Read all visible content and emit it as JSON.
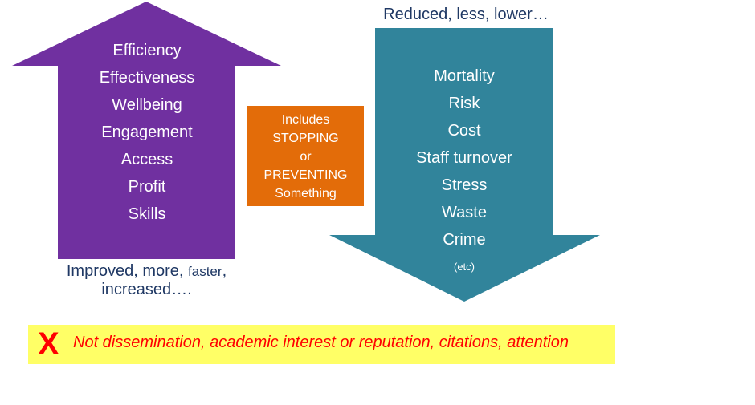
{
  "colors": {
    "up_arrow": "#7030A0",
    "down_arrow": "#31849B",
    "center_box": "#E36C09",
    "banner_bg": "#FFFF66",
    "banner_text": "#FF0000",
    "caption_text": "#1F3864",
    "list_text": "#FFFFFF"
  },
  "up_arrow": {
    "items": [
      "Efficiency",
      "Effectiveness",
      "Wellbeing",
      "Engagement",
      "Access",
      "Profit",
      "Skills"
    ],
    "caption_line1_start": "Improved, more, ",
    "caption_line1_small": "faster",
    "caption_line1_end": ",",
    "caption_line2": "increased…."
  },
  "center_box": {
    "lines": [
      "Includes",
      "STOPPING",
      "or",
      "PREVENTING",
      "Something"
    ]
  },
  "down_arrow": {
    "caption": "Reduced, less, lower…",
    "items": [
      "Mortality",
      "Risk",
      "Cost",
      "Staff turnover",
      "Stress",
      "Waste",
      "Crime"
    ],
    "etc": "(etc)"
  },
  "banner": {
    "icon": "x-mark-icon",
    "mark": "X",
    "text": "Not dissemination, academic interest or reputation, citations, attention"
  }
}
